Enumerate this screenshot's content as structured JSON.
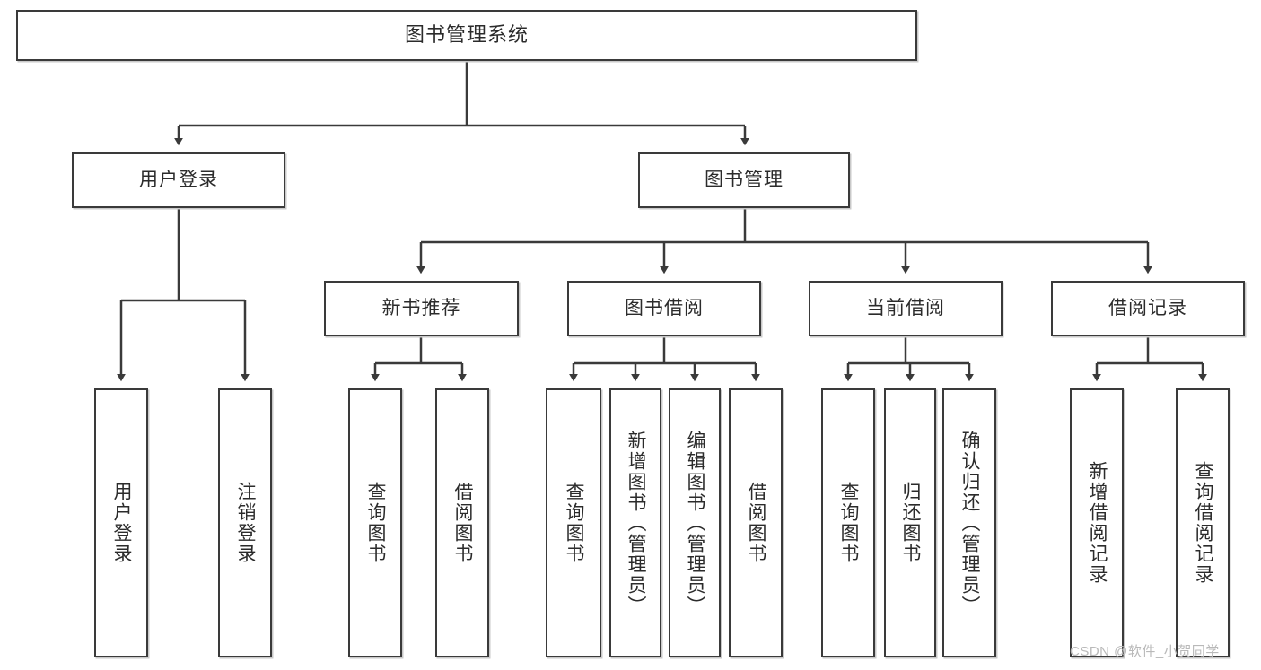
{
  "diagram": {
    "title": "图书管理系统",
    "watermark": "CSDN @软件_小贺同学",
    "line_color": "#3a3a3a",
    "box_fill": "#ffffff",
    "text_color": "#2b2b2b",
    "level2": [
      {
        "label": "用户登录"
      },
      {
        "label": "图书管理"
      }
    ],
    "level3": [
      {
        "label": "新书推荐"
      },
      {
        "label": "图书借阅"
      },
      {
        "label": "当前借阅"
      },
      {
        "label": "借阅记录"
      }
    ],
    "leaves": {
      "user_login": [
        {
          "label": "用户登录"
        },
        {
          "label": "注销登录"
        }
      ],
      "new_book": [
        {
          "label": "查询图书"
        },
        {
          "label": "借阅图书"
        }
      ],
      "book_borrow": [
        {
          "label": "查询图书"
        },
        {
          "label": "新增图书（管理员）"
        },
        {
          "label": "编辑图书（管理员）"
        },
        {
          "label": "借阅图书"
        }
      ],
      "current_borrow": [
        {
          "label": "查询图书"
        },
        {
          "label": "归还图书"
        },
        {
          "label": "确认归还（管理员）"
        }
      ],
      "borrow_record": [
        {
          "label": "新增借阅记录"
        },
        {
          "label": "查询借阅记录"
        }
      ]
    }
  }
}
